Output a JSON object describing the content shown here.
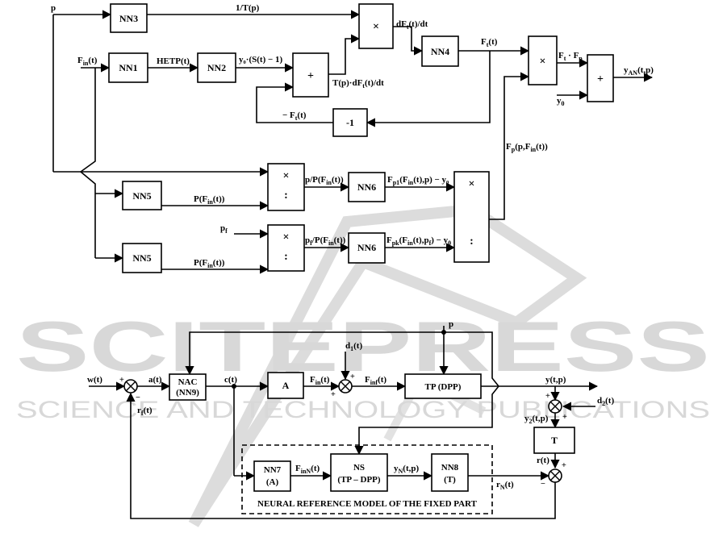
{
  "watermark": {
    "title": "SCITEPRESS",
    "subtitle": "SCIENCE AND TECHNOLOGY PUBLICATIONS"
  },
  "upper": {
    "blocks": {
      "nn3": "NN3",
      "nn1": "NN1",
      "nn2": "NN2",
      "nn4": "NN4",
      "neg1": "-1",
      "nn5a": "NN5",
      "nn5b": "NN5",
      "nn6a": "NN6",
      "nn6b": "NN6"
    },
    "symbols": {
      "mult1": "×",
      "sum1": "+",
      "mult2": "×",
      "sum2": "+",
      "div1_top": "×",
      "div1_bot": ":",
      "div2_top": "×",
      "div2_bot": ":",
      "div3_top": "×",
      "div3_bot": ":"
    },
    "labels": {
      "p": "p",
      "inv_T": "1/T(p)",
      "fin": "F",
      "fin_sub": "in",
      "fin_tail": "(t)",
      "hetp": "HETP(t)",
      "y0s": "y₀·(S(t) − 1)",
      "dft": "dF",
      "dft_sub": "t",
      "dft_tail": "(t)/dt",
      "tdft": "T(p)·dF",
      "tdft_sub": "t",
      "tdft_tail": "(t)/dt",
      "ft": "F",
      "ft_sub": "t",
      "ft_tail": "(t)",
      "neg_ft": "− F",
      "neg_ft_sub": "t",
      "neg_ft_tail": "(t)",
      "prod_ft": "F",
      "prod_ft_sub": "t",
      "prod_mid": " · F",
      "prod_fp_sub": "p",
      "y0": "y",
      "y0_sub": "0",
      "yan": "y",
      "yan_sub": "AN",
      "yan_tail": "(t,p)",
      "fp": "F",
      "fp_sub": "p",
      "fp_tail": "(p,F",
      "fp_sub2": "in",
      "fp_tail2": "(t))",
      "pfin1": "P(F",
      "pfin1_sub": "in",
      "pfin1_tail": "(t))",
      "pfin2": "P(F",
      "pfin2_sub": "in",
      "pfin2_tail": "(t))",
      "p_over": "p/P(F",
      "p_over_sub": "in",
      "p_over_tail": "(t))",
      "pf": "p",
      "pf_sub": "f",
      "pf_over": "p",
      "pf_over_sub": "f",
      "pf_over_mid": "/P(F",
      "pf_over_sub2": "in",
      "pf_over_tail": "(t))",
      "fp1": "F",
      "fp1_sub": "p1",
      "fp1_mid": "(F",
      "fp1_sub2": "in",
      "fp1_tail": "(t),p) − y₀",
      "fpk": "F",
      "fpk_sub": "pk",
      "fpk_mid": "(F",
      "fpk_sub2": "in",
      "fpk_tail": "(t),p",
      "fpk_sub3": "f",
      "fpk_tail2": ") − y",
      "fpk_sub4": "0"
    }
  },
  "lower": {
    "blocks": {
      "nac": "NAC",
      "nac2": "(NN9)",
      "a": "A",
      "tp": "TP (DPP)",
      "t": "T",
      "nn7": "NN7",
      "nn7b": "(A)",
      "ns": "NS",
      "ns2": "(TP – DPP)",
      "nn8": "NN8",
      "nn8b": "(T)"
    },
    "labels": {
      "w": "w(t)",
      "a": "a(t)",
      "c": "c(t)",
      "p": "p",
      "d1": "d",
      "d1_sub": "1",
      "d1_tail": "(t)",
      "fin": "F",
      "fin_sub": "in",
      "fin_tail": "(t)",
      "finf": "F",
      "finf_sub": "inf",
      "finf_tail": "(t)",
      "y": "y(t,p)",
      "d2": "d",
      "d2_sub": "2",
      "d2_tail": "(t)",
      "y2": "y",
      "y2_sub": "2",
      "y2_tail": "(t,p)",
      "r": "r(t)",
      "rf": "r",
      "rf_sub": "f",
      "rf_tail": "(t)",
      "finN": "F",
      "finN_sub": "inN",
      "finN_tail": "(t)",
      "yN": "y",
      "yN_sub": "N",
      "yN_tail": "(t,p)",
      "rN": "r",
      "rN_sub": "N",
      "rN_tail": "(t)",
      "model": "NEURAL REFERENCE MODEL OF THE FIXED PART"
    },
    "signs": {
      "s1_plus": "+",
      "s1_minus": "−",
      "s2_plus": "+",
      "s2_plus_b": "+",
      "s3_plus": "+",
      "s3_plus_b": "+",
      "s4_plus": "+",
      "s4_minus": "−"
    }
  }
}
